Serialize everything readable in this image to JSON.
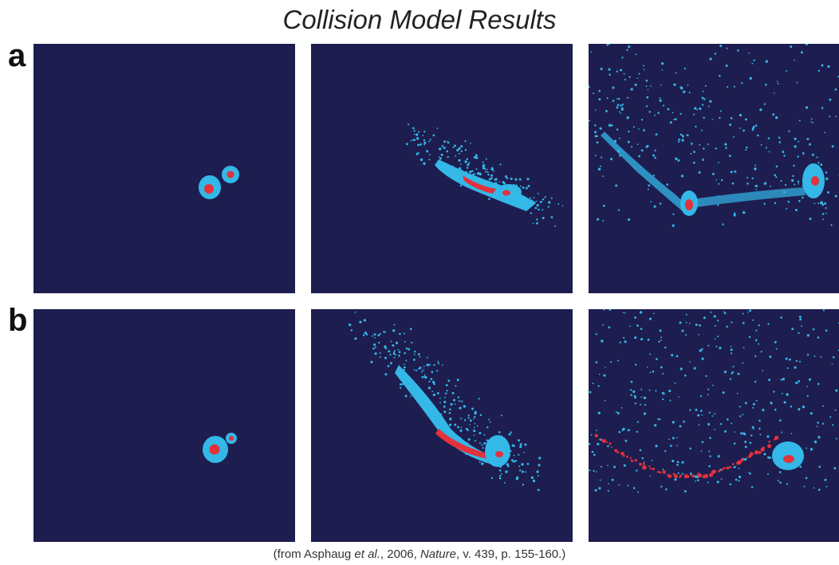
{
  "title": "Collision Model Results",
  "rows": [
    {
      "label": "a"
    },
    {
      "label": "b"
    }
  ],
  "caption": {
    "prefix": "(from Asphaug ",
    "etal": "et al.",
    "mid": ", 2006, ",
    "journal": "Nature",
    "suffix": ", v. 439, p. 155-160.)"
  },
  "colors": {
    "background": "#1e1d4f",
    "mantle": "#33b8e8",
    "core": "#e2323c"
  }
}
